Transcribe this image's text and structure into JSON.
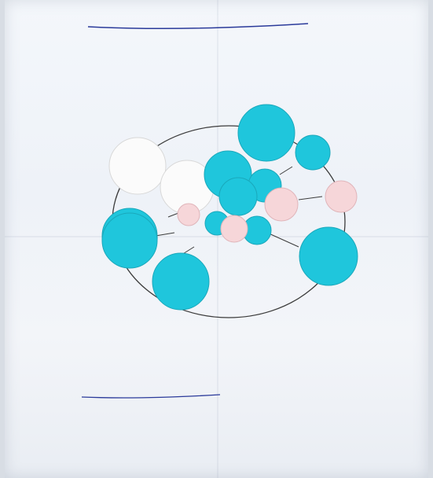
{
  "colors": {
    "paper": "#f1f4f9",
    "ink_blue": "#2a3a9a",
    "cyan_circle": "#1fc6dc",
    "pink_circle": "#f6d6d9",
    "white_circle": "#fbfbfb",
    "outline": "#3b3b3b"
  },
  "header": {
    "title": "",
    "facilitator_label": "",
    "date": ""
  },
  "diagram": {
    "center": "",
    "nodes": [
      {
        "id": "n1",
        "label": "",
        "fill": "cyan"
      },
      {
        "id": "n2",
        "label": "",
        "fill": "cyan"
      },
      {
        "id": "n3",
        "label": "",
        "fill": "pink"
      },
      {
        "id": "n4",
        "label": "",
        "fill": "white"
      },
      {
        "id": "n5",
        "label": "",
        "fill": "white"
      },
      {
        "id": "n6",
        "label": "",
        "fill": "cyan"
      },
      {
        "id": "n7",
        "label": "",
        "fill": "cyan"
      },
      {
        "id": "n8",
        "label": "",
        "fill": "cyan"
      },
      {
        "id": "n9",
        "label": "",
        "fill": "cyan"
      },
      {
        "id": "n10",
        "label": "",
        "fill": "cyan"
      },
      {
        "id": "n11",
        "label": "",
        "fill": "cyan"
      },
      {
        "id": "n12",
        "label": "",
        "fill": "pink"
      },
      {
        "id": "n13",
        "label": "",
        "fill": "cyan"
      },
      {
        "id": "n14",
        "label": "",
        "fill": "cyan"
      },
      {
        "id": "n15",
        "label": "",
        "fill": "pink"
      },
      {
        "id": "n16",
        "label": "",
        "fill": "pink"
      }
    ]
  },
  "footer": {
    "signature_heading": "",
    "signature_name": "",
    "participants_heading": "",
    "participants_male": "",
    "participants_female": ""
  }
}
